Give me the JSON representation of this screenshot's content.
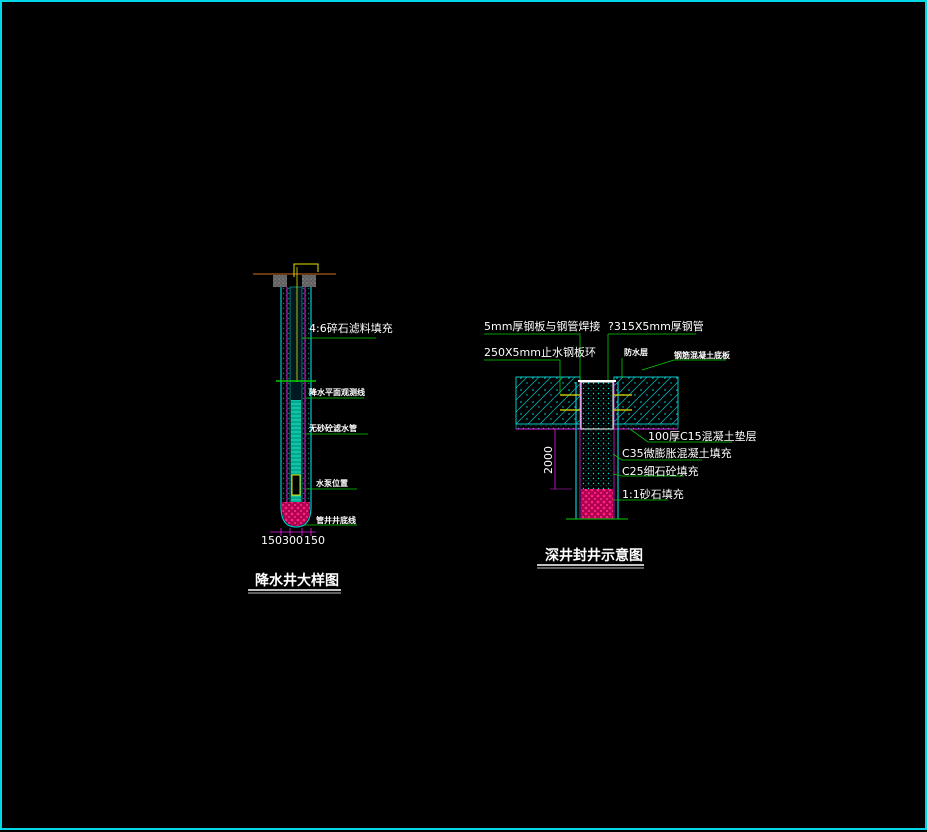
{
  "colors": {
    "background": "#000000",
    "frame": "#00d8e8",
    "leader": "#00d000",
    "concrete": "#00c8c8",
    "pipe": "#e020e0",
    "fill_red": "#e0005a",
    "water": "#00e0a0",
    "ground": "#d07020",
    "yellow": "#e8e000"
  },
  "left_detail": {
    "title": "降水井大样图",
    "labels": {
      "gravel_fill": "4:6碎石滤料填充",
      "water_level": "降水平面观测线",
      "filter_pipe": "无砂砼滤水管",
      "pump_position": "水泵位置",
      "well_bottom": "管井井底线"
    },
    "dims": {
      "d1": "150",
      "d2": "300",
      "d3": "150"
    }
  },
  "right_detail": {
    "title": "深井封井示意图",
    "labels": {
      "steel_plate_weld": "5mm厚钢板与钢管焊接",
      "steel_pipe": "?315X5mm厚钢管",
      "water_stop_ring": "250X5mm止水钢板环",
      "waterproof": "防水层",
      "slab": "钢筋混凝土底板",
      "cushion": "100厚C15混凝土垫层",
      "c35": "C35微膨胀混凝土填充",
      "c25": "C25细石砼填充",
      "sand": "1:1砂石填充",
      "depth": "2000"
    }
  }
}
